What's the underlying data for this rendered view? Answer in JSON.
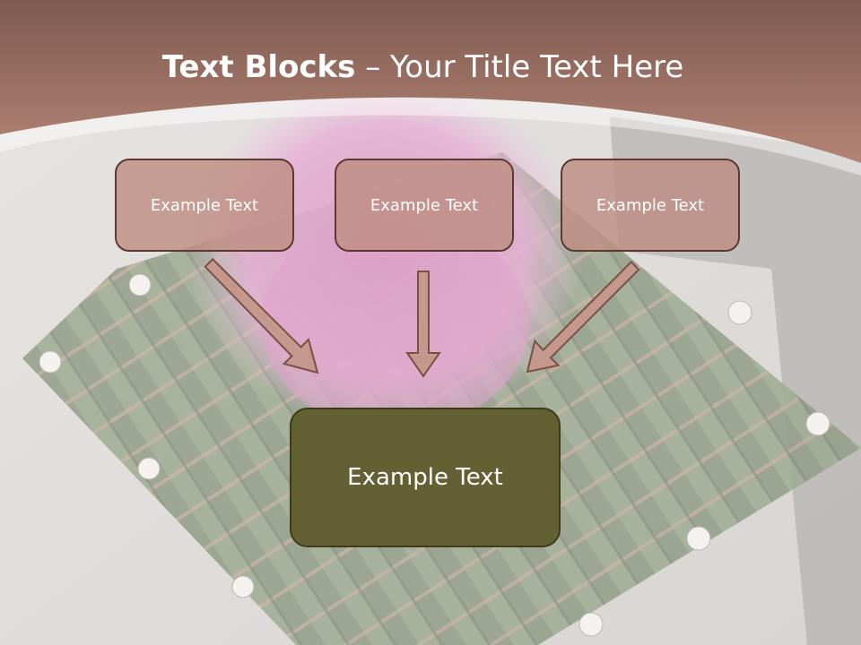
{
  "slide": {
    "title_bold": "Text Blocks",
    "title_dash": " – ",
    "title_rest": "Your Title Text Here"
  },
  "blocks": {
    "top": [
      "Example Text",
      "Example Text",
      "Example Text"
    ],
    "bottom": "Example Text"
  },
  "colors": {
    "header_band": "#a8776a",
    "small_block_fill": "#be8e82",
    "small_block_border": "#5a3a32",
    "big_block_fill": "#636033",
    "arrow_fill": "#c4988c",
    "arrow_stroke": "#7a5046"
  }
}
